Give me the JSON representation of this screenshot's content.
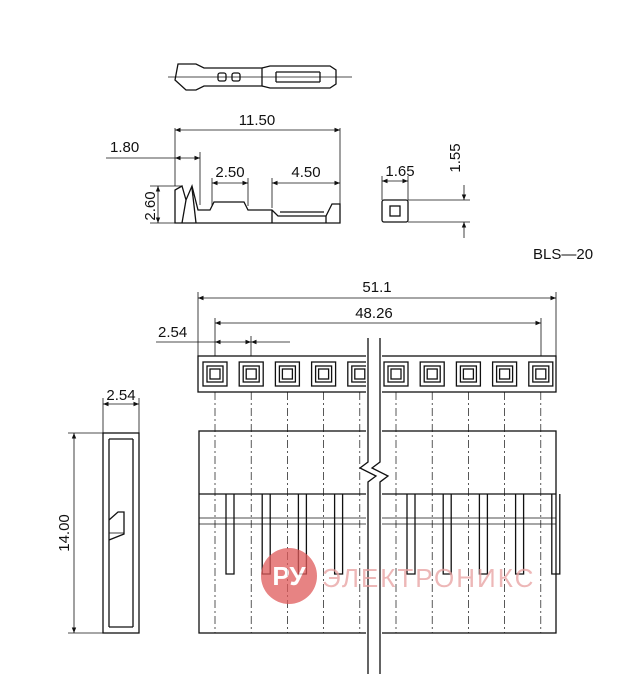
{
  "part_label": "BLS—20",
  "dimensions": {
    "terminal_length": "11.50",
    "terminal_front": "1.80",
    "terminal_mid": "2.50",
    "terminal_rear": "4.50",
    "terminal_height": "2.60",
    "section_width": "1.65",
    "section_height": "1.55",
    "housing_length": "51.1",
    "pin_span": "48.26",
    "pitch": "2.54",
    "side_width": "2.54",
    "side_height": "14.00"
  },
  "watermark": {
    "logo_text": "РУ",
    "brand_text": "ЭЛЕКТРОНИКС"
  },
  "colors": {
    "line": "#111111",
    "watermark": "#e05a5a"
  }
}
